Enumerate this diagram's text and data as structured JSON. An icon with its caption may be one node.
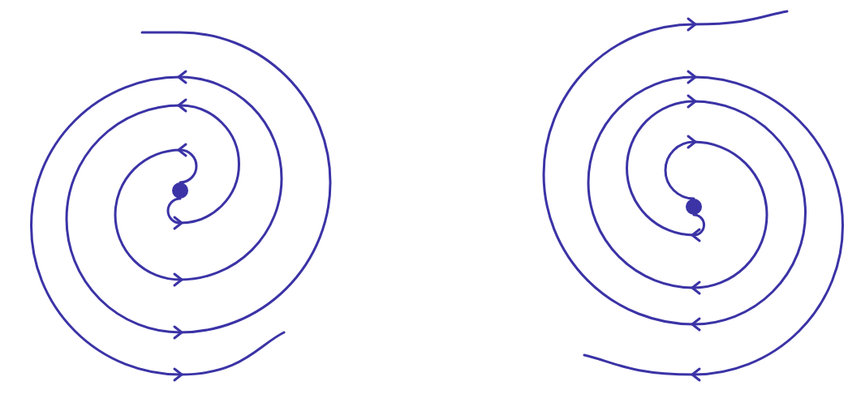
{
  "diagram": {
    "nodes": [
      {
        "text": [],
        "shape": "circle"
      },
      {
        "text": [],
        "shape": "circle"
      }
    ],
    "edges": [
      {
        "from": 0,
        "to": null,
        "arrow": "to"
      },
      {
        "from": 0,
        "to": null,
        "arrow": "to"
      },
      {
        "from": 1,
        "to": null,
        "arrow": "to"
      },
      {
        "from": 1,
        "to": null,
        "arrow": "to"
      }
    ]
  }
}
